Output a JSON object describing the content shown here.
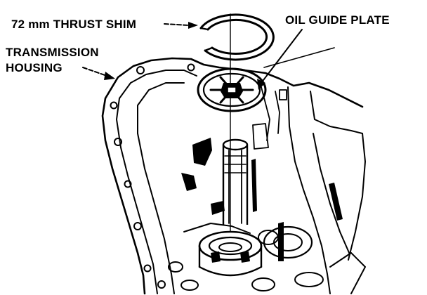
{
  "labels": {
    "thrust_shim": "72 mm THRUST SHIM",
    "oil_guide_plate": "OIL GUIDE PLATE",
    "transmission_housing_line1": "TRANSMISSION",
    "transmission_housing_line2": "HOUSING"
  },
  "colors": {
    "ink": "#000000",
    "paper": "#ffffff"
  }
}
